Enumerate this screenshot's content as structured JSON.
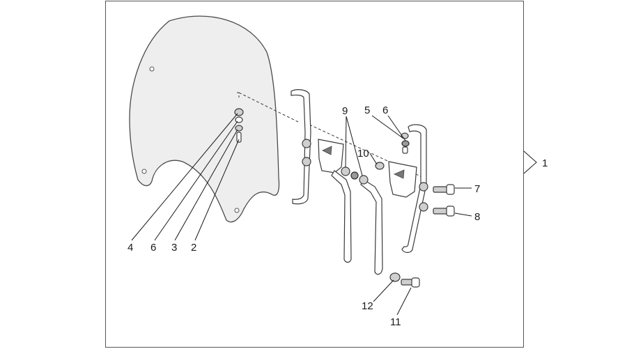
{
  "diagram": {
    "callouts": [
      "1",
      "2",
      "3",
      "4",
      "5",
      "6",
      "6",
      "7",
      "8",
      "9",
      "10",
      "11",
      "12"
    ]
  }
}
